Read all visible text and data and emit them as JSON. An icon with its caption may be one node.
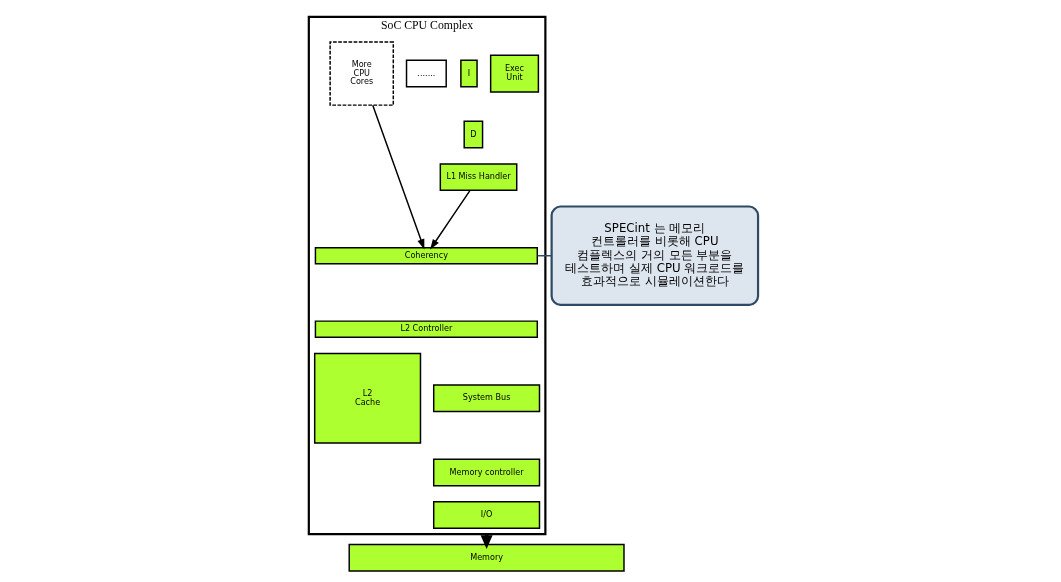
{
  "diagram": {
    "nodes": [
      {
        "text": [
          "SoC CPU Complex"
        ]
      },
      {
        "text": [
          "Exec Unit"
        ],
        "in": 0
      },
      {
        "text": [
          "I"
        ],
        "in": 0
      },
      {
        "text": [
          "D"
        ],
        "in": 0
      },
      {
        "text": [
          "......."
        ],
        "in": 0
      },
      {
        "text": [
          "More CPU Cores"
        ],
        "in": 0
      },
      {
        "text": [
          "L1 Miss Handler"
        ],
        "in": 0
      },
      {
        "text": [
          "Coherency"
        ],
        "in": 0
      },
      {
        "text": [
          "L2 Controller"
        ],
        "in": 0
      },
      {
        "text": [
          "L2 Cache"
        ],
        "in": 0
      },
      {
        "text": [
          "System Bus"
        ],
        "in": 0
      },
      {
        "text": [
          "Memory controller"
        ],
        "in": 0
      },
      {
        "text": [
          "I/O"
        ],
        "in": 0
      },
      {
        "text": [
          "Memory"
        ]
      },
      {
        "text": [
          "SPECint 는 메모리 컨트롤러를 비롯해 CPU 컴플렉스의 거의 모든 부분을 테스트하며 실제 CPU 워크로드를 효과적으로 시뮬레이션한다"
        ]
      }
    ],
    "edges": [
      {
        "from": 6,
        "to": 7,
        "arrow": "to"
      },
      {
        "from": 5,
        "to": 7,
        "arrow": "to"
      },
      {
        "from": 0,
        "to": 13,
        "arrow": "to",
        "style": "thick"
      },
      {
        "from": 14,
        "to": 7,
        "arrow": "none",
        "color": "#2e4a66"
      }
    ]
  }
}
